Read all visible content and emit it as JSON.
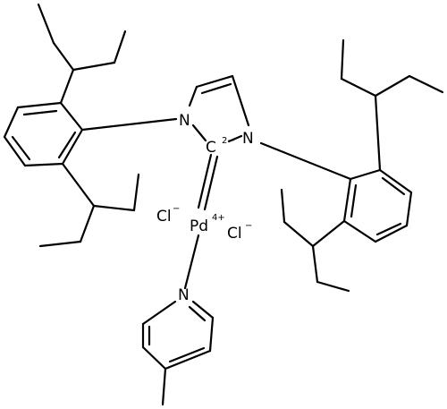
{
  "molecule": {
    "atoms": {
      "n1": "N",
      "n2": "N",
      "c2": "C",
      "c2_charge": "2−",
      "pd": "Pd",
      "pd_charge": "4+",
      "cl_left": "Cl",
      "cl_left_charge": "−",
      "cl_right": "Cl",
      "cl_right_charge": "−",
      "n_pyridine": "N"
    }
  }
}
